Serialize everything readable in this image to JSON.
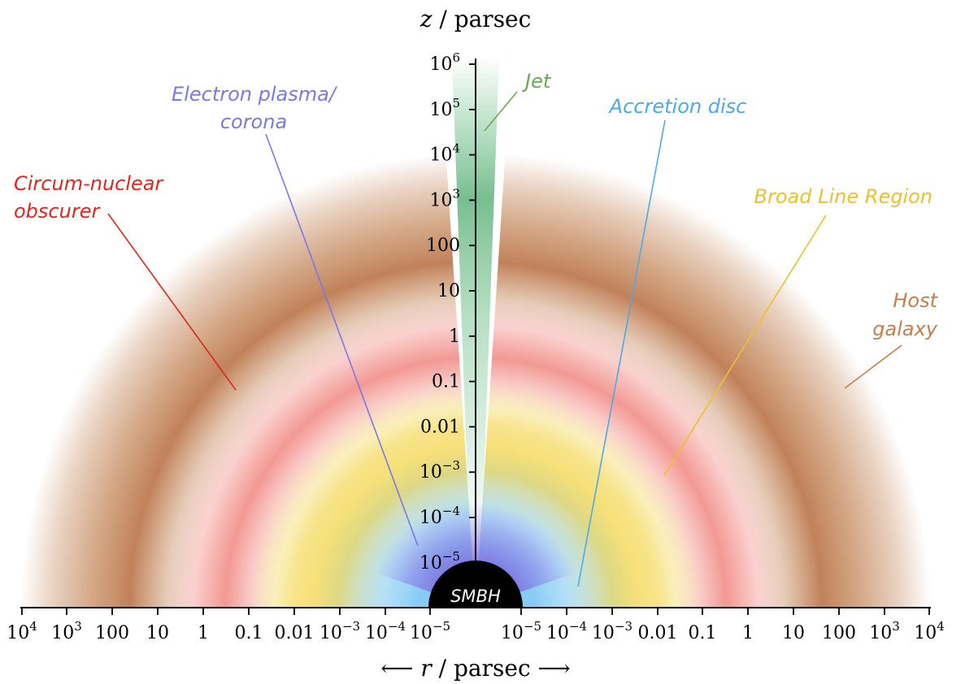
{
  "axes": {
    "z_label_var": "z",
    "z_label_unit": " / parsec",
    "r_label_var": "r",
    "r_label_unit": " / parsec",
    "r_arrow_left": "⟵",
    "r_arrow_right": "⟶",
    "z_ticks": [
      {
        "base": "10",
        "exp": "6"
      },
      {
        "base": "10",
        "exp": "5"
      },
      {
        "base": "10",
        "exp": "4"
      },
      {
        "base": "10",
        "exp": "3"
      },
      {
        "base": "100",
        "exp": ""
      },
      {
        "base": "10",
        "exp": ""
      },
      {
        "base": "1",
        "exp": ""
      },
      {
        "base": "0.1",
        "exp": ""
      },
      {
        "base": "0.01",
        "exp": ""
      },
      {
        "base": "10",
        "exp": "−3"
      },
      {
        "base": "10",
        "exp": "−4"
      },
      {
        "base": "10",
        "exp": "−5"
      }
    ],
    "r_ticks_left": [
      {
        "base": "10",
        "exp": "4"
      },
      {
        "base": "10",
        "exp": "3"
      },
      {
        "base": "100",
        "exp": ""
      },
      {
        "base": "10",
        "exp": ""
      },
      {
        "base": "1",
        "exp": ""
      },
      {
        "base": "0.1",
        "exp": ""
      },
      {
        "base": "0.01",
        "exp": ""
      },
      {
        "base": "10",
        "exp": "−3"
      },
      {
        "base": "10",
        "exp": "−4"
      },
      {
        "base": "10",
        "exp": "−5"
      }
    ],
    "r_ticks_right": [
      {
        "base": "10",
        "exp": "−5"
      },
      {
        "base": "10",
        "exp": "−4"
      },
      {
        "base": "10",
        "exp": "−3"
      },
      {
        "base": "0.01",
        "exp": ""
      },
      {
        "base": "0.1",
        "exp": ""
      },
      {
        "base": "1",
        "exp": ""
      },
      {
        "base": "10",
        "exp": ""
      },
      {
        "base": "100",
        "exp": ""
      },
      {
        "base": "10",
        "exp": "3"
      },
      {
        "base": "10",
        "exp": "4"
      }
    ]
  },
  "labels": {
    "jet": "Jet",
    "electron_1": "Electron plasma/",
    "electron_2": "corona",
    "accretion": "Accretion disc",
    "circum_1": "Circum-nuclear",
    "circum_2": "obscurer",
    "blr": "Broad Line Region",
    "host_1": "Host",
    "host_2": "galaxy",
    "smbh": "SMBH"
  },
  "colors": {
    "jet": "#6aa84f",
    "electron": "#7b78e6",
    "accretion": "#4ea9e8",
    "obscurer": "#e0271f",
    "blr": "#eec02b",
    "host": "#c47f4d",
    "smbh": "#000000"
  }
}
